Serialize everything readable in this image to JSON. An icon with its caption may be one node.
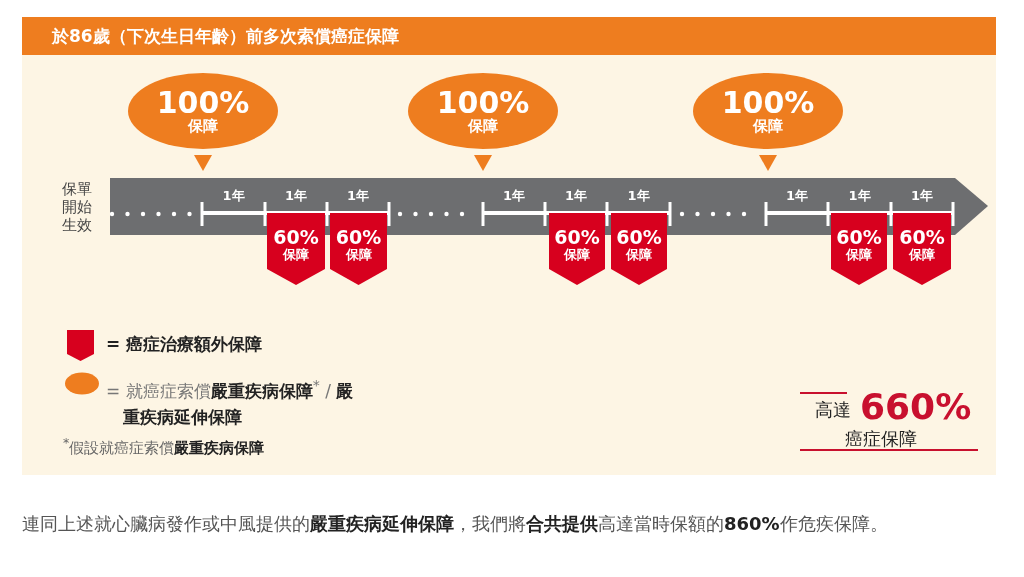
{
  "diagram": {
    "title": "於86歲（下次生日年齡）前多次索償癌症保障",
    "nodes": [
      {
        "text": [
          "100%",
          "保障"
        ]
      },
      {
        "text": [
          "100%",
          "保障"
        ]
      },
      {
        "text": [
          "100%",
          "保障"
        ]
      },
      {
        "text": [
          "60%",
          "保障"
        ]
      },
      {
        "text": [
          "60%",
          "保障"
        ]
      },
      {
        "text": [
          "60%",
          "保障"
        ]
      },
      {
        "text": [
          "60%",
          "保障"
        ]
      },
      {
        "text": [
          "60%",
          "保障"
        ]
      },
      {
        "text": [
          "60%",
          "保障"
        ]
      }
    ],
    "labels": [
      "保單開始生效",
      "1年",
      "1年",
      "1年",
      "1年",
      "1年",
      "1年",
      "1年",
      "1年",
      "1年",
      "高達",
      "660%",
      "癌症保障",
      "$^{*}$假設就癌症索償**嚴重疾病保障**",
      "連同上述就心臟病發作或中風提供的**嚴重疾病延伸保障**，我們將**合共提供**高達當時保額的**860%**作危疾保障。"
    ],
    "legend": [
      {
        "text": "= 癌症治療額外保障"
      },
      {
        "text": "= 就癌症索償**嚴重疾病保障**$^{*}$ / **嚴重疾病延伸保障**"
      }
    ]
  }
}
